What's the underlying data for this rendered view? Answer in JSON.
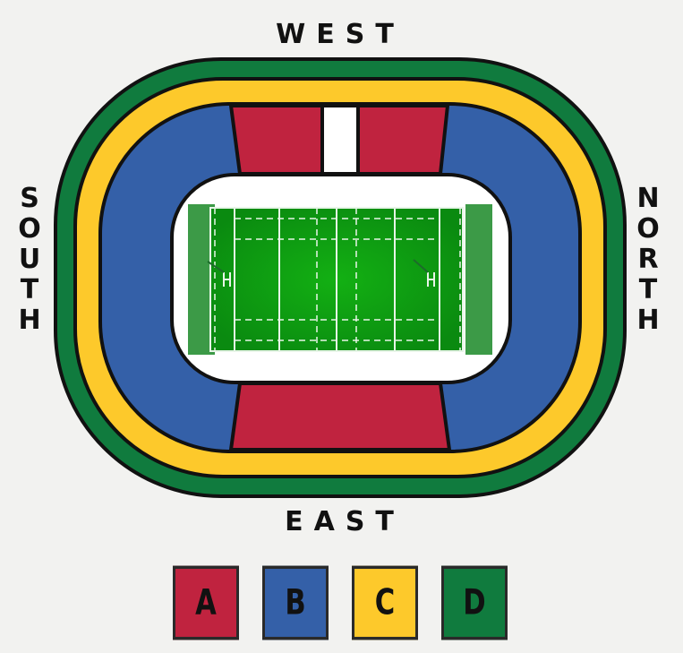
{
  "directions": {
    "west": "WEST",
    "east": "EAST",
    "south": "SOUTH",
    "north": "NORTH"
  },
  "sections": [
    {
      "label": "A",
      "color": "#c0233f"
    },
    {
      "label": "B",
      "color": "#3460a8"
    },
    {
      "label": "C",
      "color": "#fdc92b"
    },
    {
      "label": "D",
      "color": "#107b3e"
    }
  ],
  "pitch": {
    "grass_color": "#10a010",
    "ingoal_color": "#3c9a47"
  }
}
